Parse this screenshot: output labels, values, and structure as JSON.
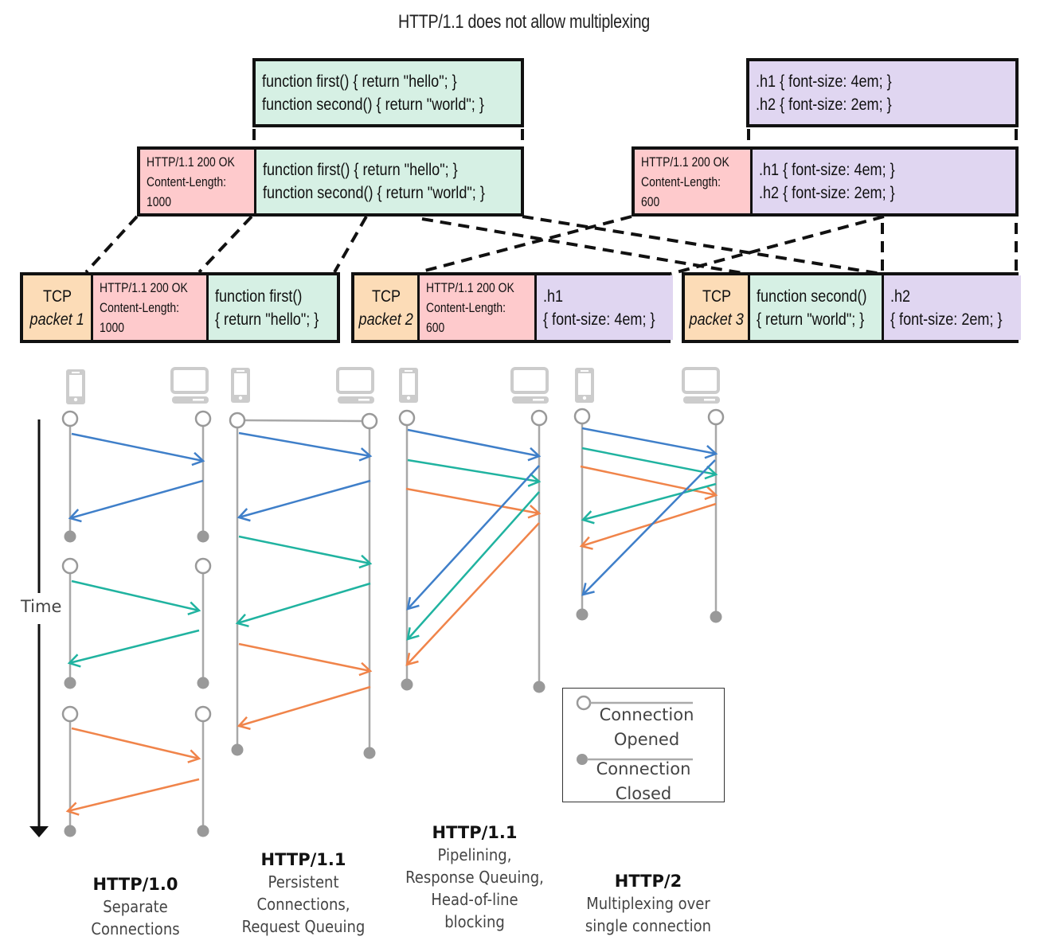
{
  "title": "HTTP/1.1 does not allow multiplexing",
  "colors": {
    "js_green": "#d6f0e4",
    "css_purple": "#e0d6f1",
    "header_pink": "#fecacc",
    "tcp_orange": "#fcdcb7",
    "request_blue": "#3f7fc9",
    "request_teal": "#20b3a0",
    "request_orange": "#f0844a",
    "lifeline_gray": "#a8a8a8"
  },
  "resources": {
    "js_file": {
      "line1": "function first() { return \"hello\"; }",
      "line2": "function second() { return \"world\"; }"
    },
    "css_file": {
      "line1": ".h1 { font-size: 4em; }",
      "line2": ".h2 { font-size: 2em; }"
    }
  },
  "responses": {
    "js_response": {
      "header_line1": "HTTP/1.1 200 OK",
      "header_line2": "Content-Length:",
      "header_line3": "1000",
      "body_line1": "function first() { return \"hello\"; }",
      "body_line2": "function second() { return \"world\"; }"
    },
    "css_response": {
      "header_line1": "HTTP/1.1 200 OK",
      "header_line2": "Content-Length:",
      "header_line3": "600",
      "body_line1": ".h1 { font-size: 4em; }",
      "body_line2": ".h2 { font-size: 2em; }"
    }
  },
  "packets": [
    {
      "tcp_line1": "TCP",
      "tcp_line2": "packet 1",
      "header_line1": "HTTP/1.1 200 OK",
      "header_line2": "Content-Length:",
      "header_line3": "1000",
      "body_line1": "function first()",
      "body_line2": "{ return \"hello\"; }"
    },
    {
      "tcp_line1": "TCP",
      "tcp_line2": "packet 2",
      "header_line1": "HTTP/1.1 200 OK",
      "header_line2": "Content-Length:",
      "header_line3": "600",
      "body_line1": ".h1",
      "body_line2": "{ font-size: 4em; }"
    },
    {
      "tcp_line1": "TCP",
      "tcp_line2": "packet 3",
      "body_a_line1": "function second()",
      "body_a_line2": "{ return \"world\"; }",
      "body_b_line1": ".h2",
      "body_b_line2": "{ font-size: 2em; }"
    }
  ],
  "timeline": {
    "axis_label": "Time",
    "client_icon": "smartphone-icon",
    "server_icon": "desktop-computer-icon"
  },
  "diagrams": [
    {
      "heading": "HTTP/1.0",
      "desc_line1": "Separate",
      "desc_line2": "Connections"
    },
    {
      "heading": "HTTP/1.1",
      "desc_line1": "Persistent",
      "desc_line2": "Connections,",
      "desc_line3": "Request Queuing"
    },
    {
      "heading": "HTTP/1.1",
      "desc_line1": "Pipelining,",
      "desc_line2": "Response Queuing,",
      "desc_line3": "Head-of-line",
      "desc_line4": "blocking"
    },
    {
      "heading": "HTTP/2",
      "desc_line1": "Multiplexing over",
      "desc_line2": "single connection"
    }
  ],
  "legend": {
    "opened_line1": "Connection",
    "opened_line2": "Opened",
    "closed_line1": "Connection",
    "closed_line2": "Closed"
  }
}
